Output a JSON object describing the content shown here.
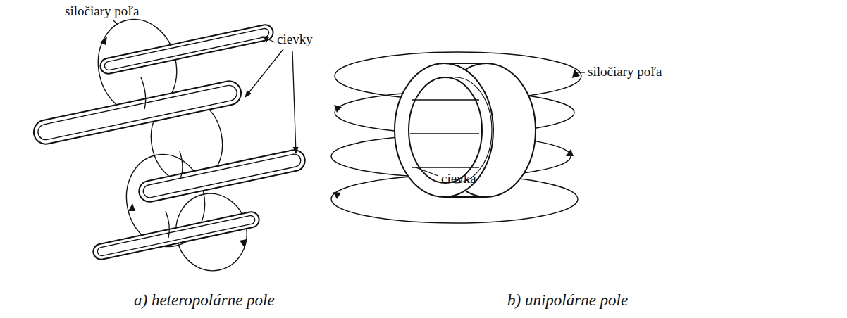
{
  "diagram": {
    "labels": [
      "siločiary poľa",
      "cievky",
      "siločiary poľa",
      "cievka",
      "a) heteropolárne pole",
      "b) unipolárne pole"
    ]
  }
}
